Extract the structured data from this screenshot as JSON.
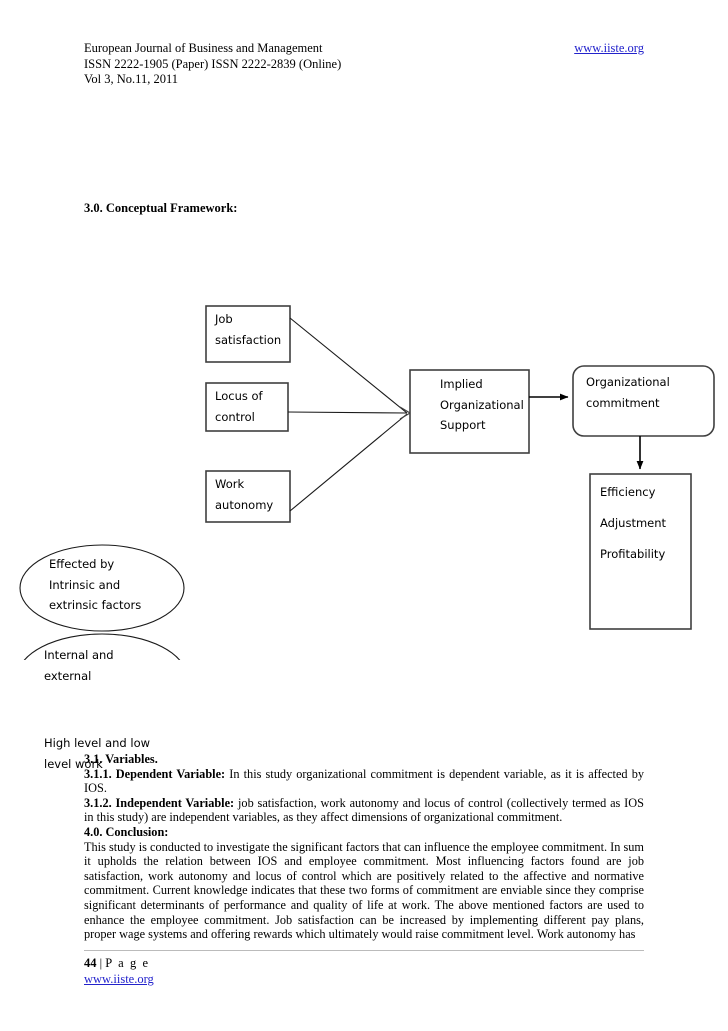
{
  "header": {
    "journal": "European Journal of Business and Management",
    "issn": "ISSN 2222-1905 (Paper) ISSN 2222-2839 (Online)",
    "volume": "Vol 3, No.11, 2011",
    "url": "www.iiste.org"
  },
  "section": {
    "heading": "3.0. Conceptual Framework:"
  },
  "diagram": {
    "ellipses": [
      {
        "id": "effected-by",
        "label": "Effected by\nIntrinsic and\nextrinsic factors"
      },
      {
        "id": "internal-external",
        "label": "Internal and\nexternal"
      },
      {
        "id": "work-autonomy-levels",
        "label": "High level and low\nlevel work\nautonomy"
      }
    ],
    "variable_boxes": [
      {
        "id": "job-satisfaction",
        "label": "Job\nsatisfaction"
      },
      {
        "id": "locus-of-control",
        "label": "Locus of\ncontrol"
      },
      {
        "id": "work-autonomy",
        "label": "Work\nautonomy"
      }
    ],
    "ios_box": {
      "id": "implied-organizational-support",
      "label": "Implied\nOrganizational\nSupport"
    },
    "commitment_box": {
      "id": "organizational-commitment",
      "label": "Organizational\ncommitment"
    },
    "outcomes_box": {
      "id": "outcomes",
      "items": [
        "Efficiency",
        "Adjustment",
        "Profitability"
      ]
    },
    "stroke_color": "#3f3f3f"
  },
  "body": {
    "variables_heading": "3.1. Variables.",
    "dependent_label": "3.1.1. Dependent Variable:",
    "dependent_text": " In this study organizational commitment is dependent variable, as it is affected by IOS.",
    "independent_label": "3.1.2. Independent Variable:",
    "independent_text": " job satisfaction, work autonomy and locus of control (collectively termed as IOS in this study) are independent variables, as they affect dimensions of organizational commitment.",
    "conclusion_heading": "4.0. Conclusion:",
    "conclusion_text": "This study is conducted to investigate the significant factors that can influence the employee commitment. In sum it upholds the relation between IOS and employee commitment. Most influencing factors found are job satisfaction, work autonomy and locus of control which are positively related to the affective and normative commitment. Current knowledge indicates that these two forms of commitment are enviable since they comprise significant determinants of performance and quality of life at work. The above mentioned factors are used to enhance the employee commitment. Job satisfaction can be increased by implementing different pay plans, proper wage systems and offering rewards which ultimately would raise commitment level. Work autonomy has"
  },
  "footer": {
    "page_number": "44",
    "page_separator": " | ",
    "page_word": "P a g e",
    "url": "www.iiste.org"
  }
}
